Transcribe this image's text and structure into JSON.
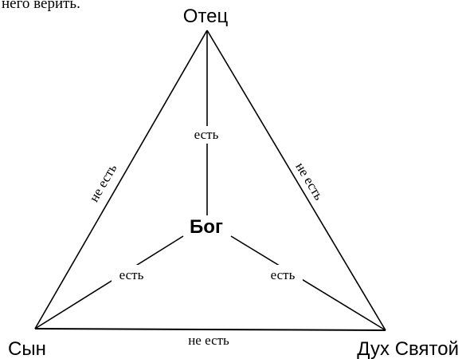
{
  "top_fragment": "него верить.",
  "nodes": {
    "father": "Отец",
    "son": "Сын",
    "spirit": "Дух Святой",
    "god": "Бог"
  },
  "relations": {
    "is": "есть",
    "is_not": "не есть"
  },
  "colors": {
    "line": "#000000",
    "text": "#000000",
    "background": "#ffffff"
  }
}
